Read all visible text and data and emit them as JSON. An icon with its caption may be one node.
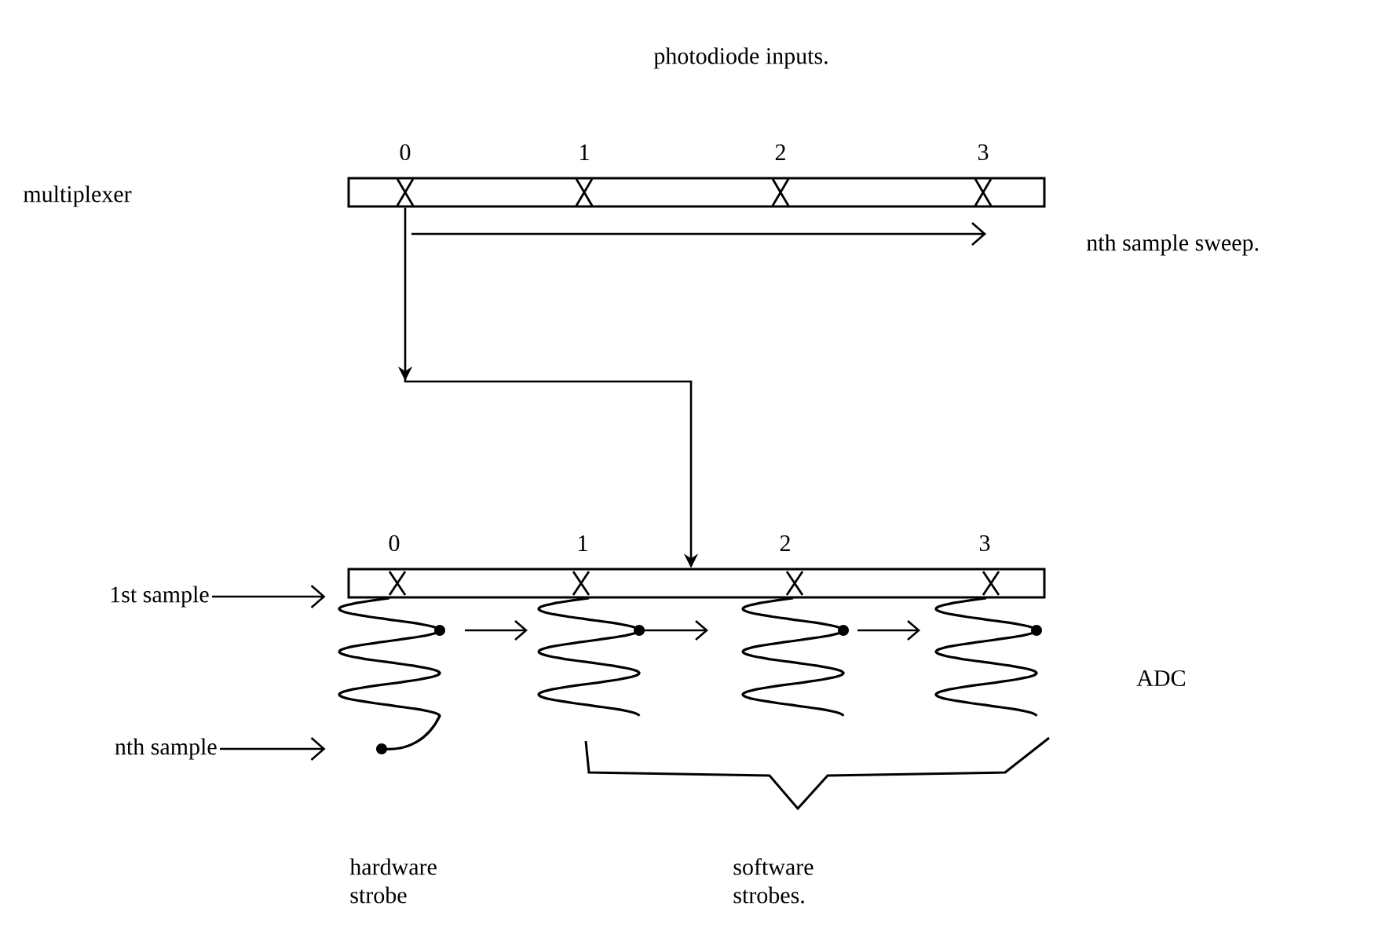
{
  "diagram": {
    "nodes": [
      {
        "text": [],
        "shape": "bar",
        "beside": [
          "0",
          "1",
          "2",
          "3"
        ]
      },
      {
        "text": [],
        "shape": "bar",
        "beside": [
          "0",
          "1",
          "2",
          "3"
        ]
      },
      {
        "text": [
          "1st sample"
        ]
      },
      {
        "text": [
          "nth sample"
        ]
      }
    ],
    "edges": [
      {
        "from": 0,
        "to": 1,
        "arrow": "to"
      },
      {
        "from": 2,
        "to": 1,
        "arrow": "to"
      },
      {
        "from": 3,
        "to": 1,
        "arrow": "to"
      }
    ],
    "labels": [
      "photodiode inputs.",
      "multiplexer",
      "nth sample sweep.",
      "ADC",
      "hardware strobe",
      "software strobes."
    ]
  }
}
